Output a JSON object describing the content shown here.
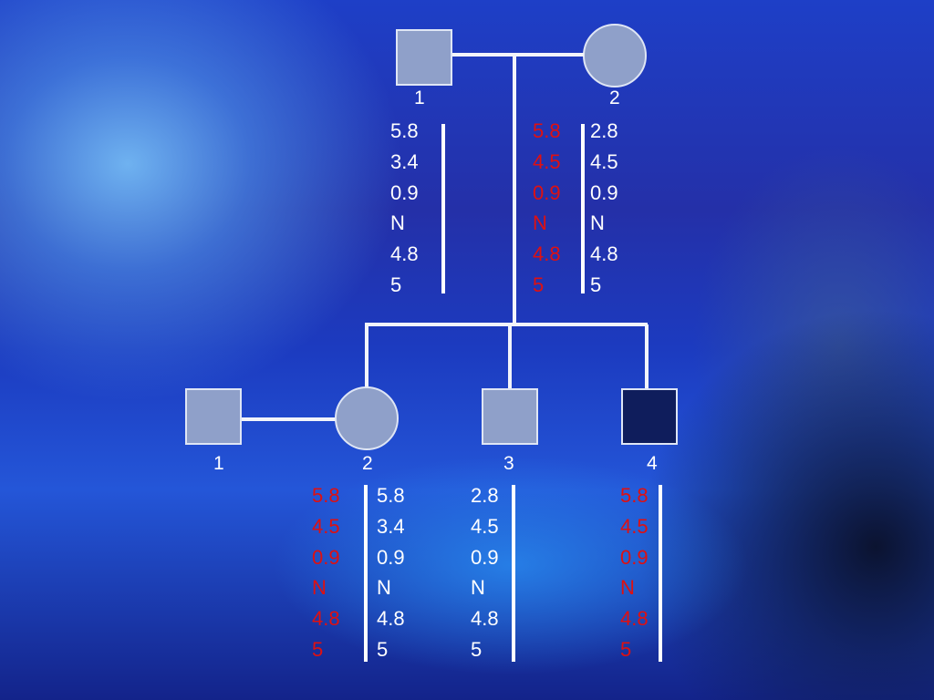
{
  "labels": {
    "gen1_father": "1",
    "gen1_mother": "2",
    "gen2_p1": "1",
    "gen2_p2": "2",
    "gen2_p3": "3",
    "gen2_p4": "4"
  },
  "haplotypes": {
    "gen1_father_a": [
      "5.8",
      "3.4",
      "0.9",
      "N",
      "4.8",
      "5"
    ],
    "gen1_mother_a": [
      "5.8",
      "4.5",
      "0.9",
      "N",
      "4.8",
      "5"
    ],
    "gen1_mother_b": [
      "2.8",
      "4.5",
      "0.9",
      "N",
      "4.8",
      "5"
    ],
    "gen2_p2_a": [
      "5.8",
      "4.5",
      "0.9",
      "N",
      "4.8",
      "5"
    ],
    "gen2_p2_b": [
      "5.8",
      "3.4",
      "0.9",
      "N",
      "4.8",
      "5"
    ],
    "gen2_p3_a": [
      "2.8",
      "4.5",
      "0.9",
      "N",
      "4.8",
      "5"
    ],
    "gen2_p4_a": [
      "5.8",
      "4.5",
      "0.9",
      "N",
      "4.8",
      "5"
    ]
  },
  "colors": {
    "highlight_haplotype": "#e01010",
    "normal_text": "#ffffff",
    "unaffected_fill": "#8fa0c9",
    "affected_fill": "#0f1d5c"
  }
}
